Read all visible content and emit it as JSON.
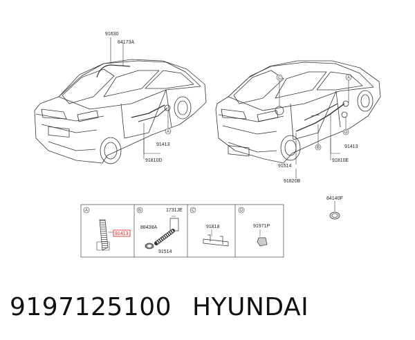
{
  "left_car": {
    "labels": {
      "harness_top": "91630",
      "clip_top": "84173A",
      "grommet": "91413",
      "door_harness": "91810D"
    },
    "marker": "A"
  },
  "right_car": {
    "labels": {
      "grommet": "91413",
      "door_harness": "91810E",
      "front_harness": "91514",
      "floor_harness": "91820B"
    },
    "markers": [
      "A",
      "B",
      "C",
      "D"
    ]
  },
  "plug": {
    "label": "84140F"
  },
  "detail_panels": [
    {
      "letter": "A",
      "parts": [
        "91413"
      ]
    },
    {
      "letter": "B",
      "parts": [
        "1731JE",
        "88438A",
        "91514"
      ]
    },
    {
      "letter": "C",
      "parts": [
        "91818"
      ]
    },
    {
      "letter": "D",
      "parts": [
        "91971P"
      ]
    }
  ],
  "footer": {
    "part_number": "9197125100",
    "manufacturer": "HYUNDAI"
  }
}
